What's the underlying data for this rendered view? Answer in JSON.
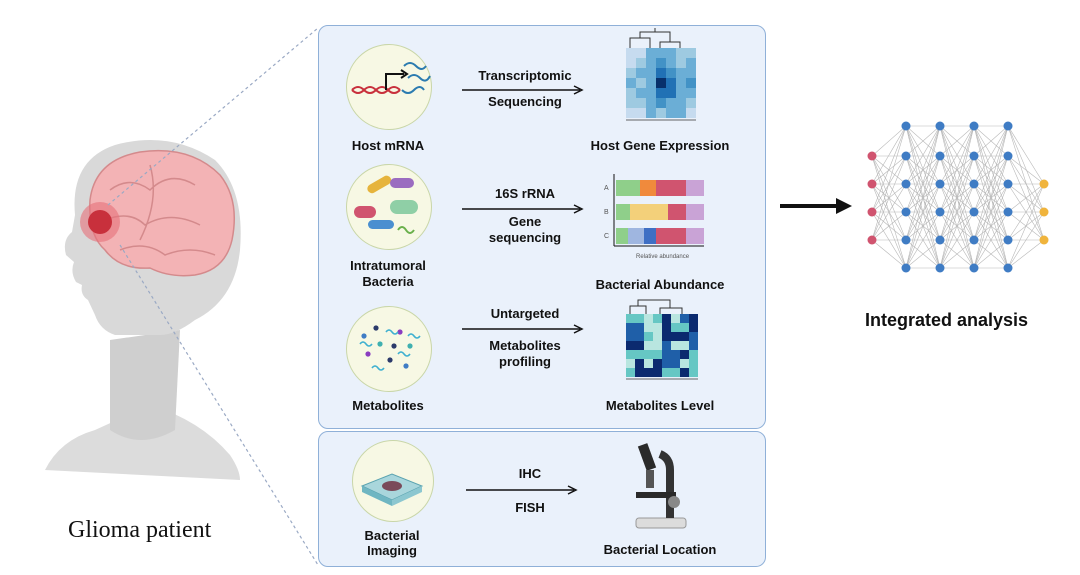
{
  "patient": {
    "label": "Glioma patient"
  },
  "integrated": {
    "label": "Integrated analysis"
  },
  "rows": {
    "mrna": {
      "source": "Host mRNA",
      "arrow_top": "Transcriptomic",
      "arrow_bottom": "Sequencing",
      "result": "Host Gene Expression"
    },
    "bacteria": {
      "source_line1": "Intratumoral",
      "source_line2": "Bacteria",
      "arrow_top": "16S rRNA",
      "arrow_mid": "Gene",
      "arrow_bottom": "sequencing",
      "result": "Bacterial Abundance",
      "bar_labels": [
        "A",
        "B",
        "C"
      ],
      "axis_label": "Relative abundance"
    },
    "metabolites": {
      "source": "Metabolites",
      "arrow_top": "Untargeted",
      "arrow_mid": "Metabolites",
      "arrow_bottom": "profiling",
      "result": "Metabolites Level"
    },
    "imaging": {
      "source_line1": "Bacterial",
      "source_line2": "Imaging",
      "arrow_top": "IHC",
      "arrow_bottom": "FISH",
      "result": "Bacterial Location"
    }
  },
  "colors": {
    "panel_bg": "#eaf1fb",
    "panel_border": "#8fb0d8",
    "node_input": "#d0546f",
    "node_hidden": "#3f7cc4",
    "node_output": "#f0b43c"
  }
}
